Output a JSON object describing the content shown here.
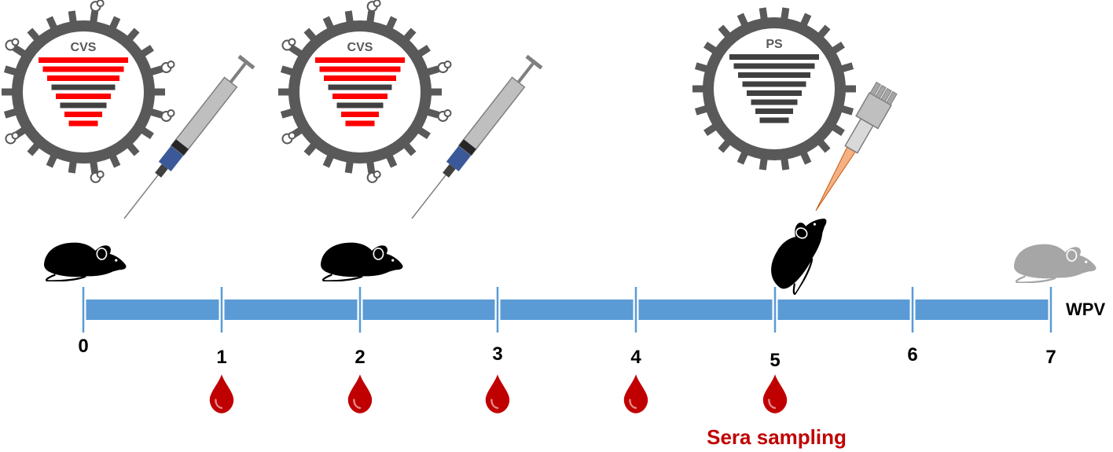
{
  "viruses": [
    {
      "label": "CVS",
      "bars": [
        "red",
        "red",
        "red",
        "dark",
        "red",
        "dark",
        "red",
        "red"
      ]
    },
    {
      "label": "CVS",
      "bars": [
        "red",
        "red",
        "red",
        "dark",
        "red",
        "dark",
        "red",
        "red"
      ]
    },
    {
      "label": "PS",
      "bars": [
        "dark",
        "dark",
        "dark",
        "dark",
        "dark",
        "dark",
        "dark",
        "dark"
      ]
    }
  ],
  "timeline": {
    "unit": "WPV",
    "ticks": [
      "0",
      "1",
      "2",
      "3",
      "4",
      "5",
      "6",
      "7"
    ],
    "sampling_weeks": [
      1,
      2,
      3,
      4,
      5
    ]
  },
  "sera_label": "Sera sampling",
  "colors": {
    "timeline_fill": "#5b9bd5",
    "tick_line": "#5b9bd5",
    "virus_ring": "#595959",
    "bar_red": "#ff0000",
    "bar_dark": "#404040",
    "blood": "#c00000",
    "sera_text": "#c00000",
    "mouse_active": "#000000",
    "mouse_inactive": "#a6a6a6",
    "syringe_body": "#bfbfbf",
    "syringe_liquid": "#3b5998",
    "pipette_tip": "#f4b183"
  },
  "icons": [
    "virus-icon",
    "syringe-icon",
    "pipette-icon",
    "mouse-icon",
    "blood-drop-icon"
  ]
}
